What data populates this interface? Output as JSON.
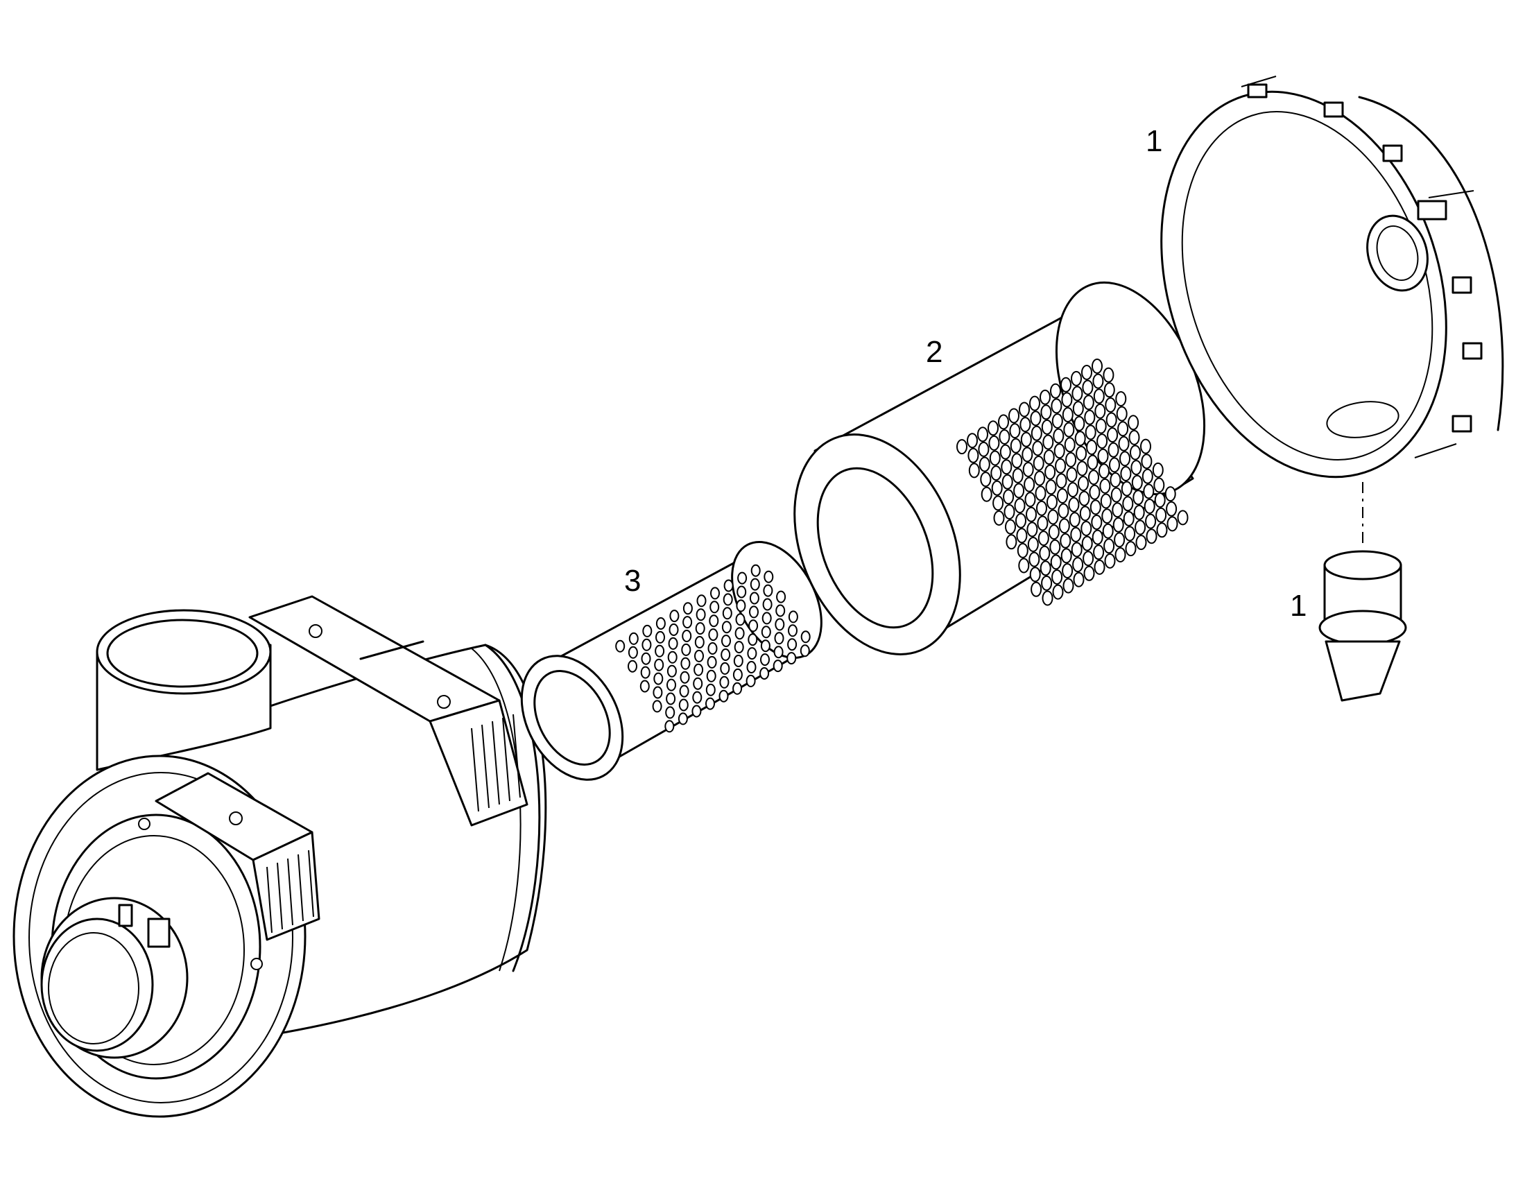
{
  "callouts": [
    {
      "label": "1"
    },
    {
      "label": "2"
    },
    {
      "label": "3"
    },
    {
      "label": "1"
    }
  ]
}
